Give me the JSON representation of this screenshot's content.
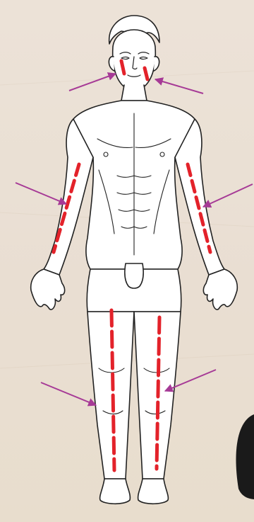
{
  "illustration": {
    "subject": "front-view-male-body",
    "colors": {
      "background": "#eadfd2",
      "body_fill": "#ffffff",
      "outline": "#222222",
      "marking_lines": "#e3222a",
      "arrows": "#a63a96"
    },
    "marked_regions": [
      "cheeks",
      "forearms",
      "lower-legs"
    ],
    "arrow_count": 6
  }
}
